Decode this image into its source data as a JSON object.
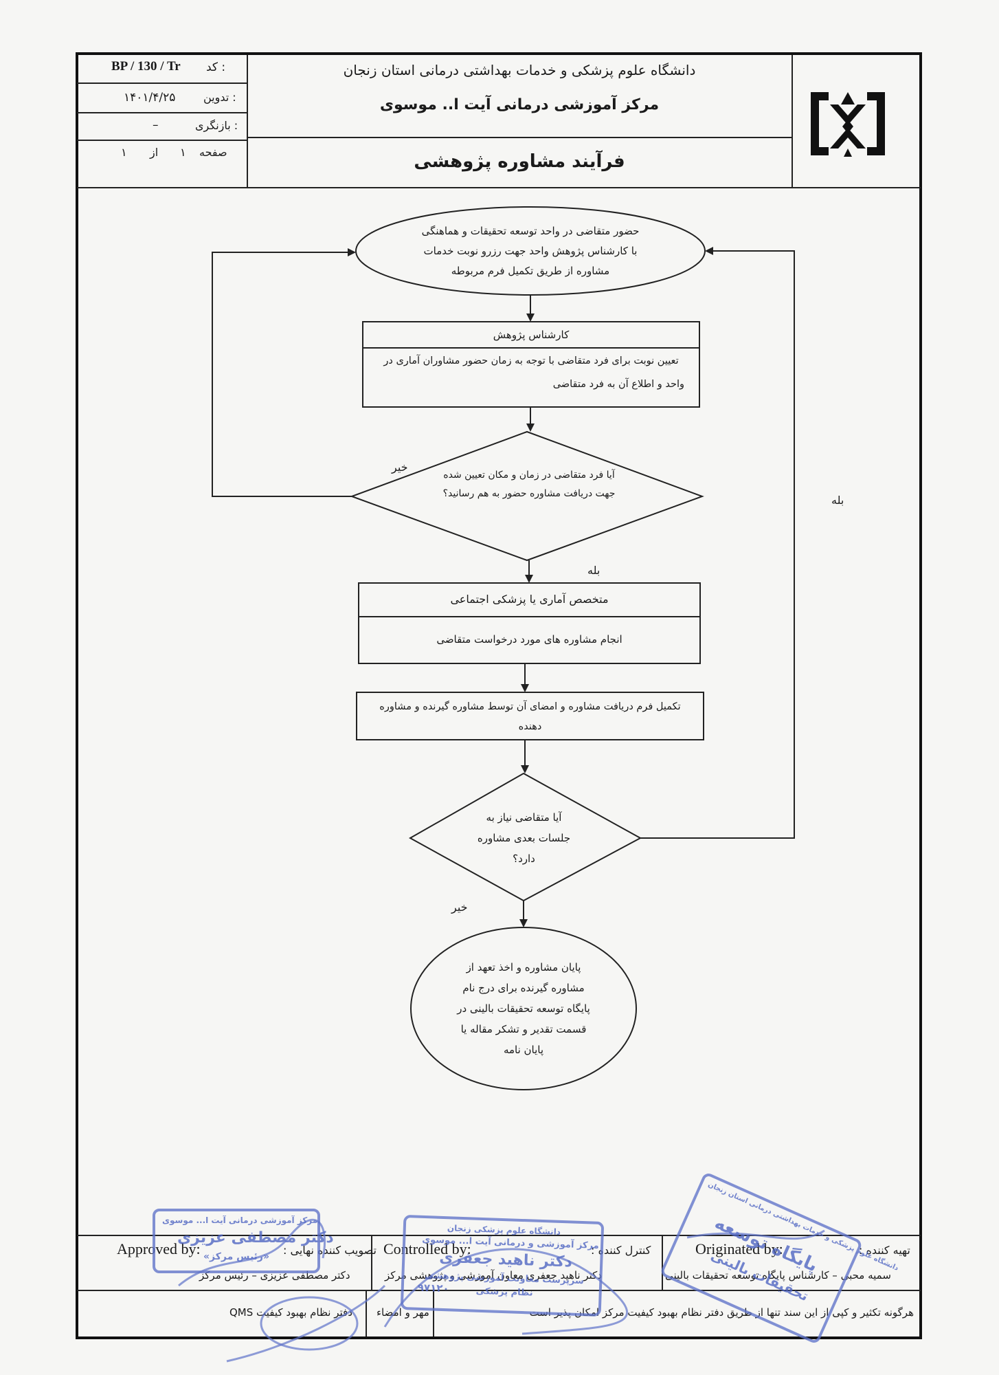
{
  "header": {
    "code_label": "کد :",
    "code_value": "BP / 130 / Tr",
    "compiled_label": "تدوین :",
    "compiled_value": "۱۴۰۱/۴/۲۵",
    "revision_label": "بازنگری :",
    "revision_value": "–",
    "page_label": "صفحه",
    "page_num": "۱",
    "page_of": "از",
    "page_total": "۱",
    "university": "دانشگاه علوم پزشکی و خدمات بهداشتی درمانی استان زنجان",
    "center": "مرکز آموزشی درمانی آیت ا.. موسوی",
    "process_title": "فرآیند مشاوره پژوهشی"
  },
  "flow": {
    "start_l1": "حضور متقاضی در واحد توسعه تحقیقات و هماهنگی",
    "start_l2": "با کارشناس پژوهش واحد جهت رزرو نوبت خدمات",
    "start_l3": "مشاوره از طریق تکمیل فرم مربوطه",
    "box1_title": "کارشناس پژوهش",
    "box1_l1": "تعیین نوبت برای فرد متقاضی با توجه به زمان حضور مشاوران آماری در",
    "box1_l2": "واحد و اطلاع آن به فرد متقاضی",
    "dec1_l1": "آیا فرد متقاضی در زمان و مکان تعیین شده",
    "dec1_l2": "جهت دریافت مشاوره حضور به هم رسانید؟",
    "dec1_no": "خیر",
    "dec1_yes": "بله",
    "box2_title": "متخصص آماری یا پزشکی اجتماعی",
    "box2_body": "انجام مشاوره های مورد درخواست متقاضی",
    "box3_l1": "تکمیل فرم دریافت مشاوره و امضای آن توسط مشاوره گیرنده و مشاوره",
    "box3_l2": "دهنده",
    "dec2_l1": "آیا متقاضی نیاز به",
    "dec2_l2": "جلسات بعدی مشاوره",
    "dec2_l3": "دارد؟",
    "dec2_yes": "بله",
    "dec2_no": "خیر",
    "end_l1": "پایان مشاوره و اخذ تعهد از",
    "end_l2": "مشاوره گیرنده برای درج نام",
    "end_l3": "پایگاه توسعه تحقیقات بالینی در",
    "end_l4": "قسمت تقدیر و تشکر مقاله یا",
    "end_l5": "پایان نامه"
  },
  "footer": {
    "approved_en": "Approved by:",
    "approved_fa": "تصویب کننده نهایی :",
    "approved_name": "دکتر مصطفی عزیزی – رئیس مرکز",
    "controlled_en": "Controlled by:",
    "controlled_fa": "کنترل کننده :",
    "controlled_name": "دکتر ناهید جعفری معاون آموزشی و پژوهشی مرکز",
    "originated_en": "Originated by:",
    "originated_fa": "تهیه کننده :",
    "originated_name": "سمیه محبی – کارشناس پایگاه توسعه تحقیقات بالینی",
    "qms": "دفتر نظام بهبود کیفیت QMS",
    "seal": "مهر و امضاء",
    "copy_note": "هرگونه تکثیر و کپی از این سند تنها از طریق دفتر نظام بهبود کیفیت مرکز امکان پذیر است"
  },
  "stamps": {
    "s1_l1": "مرکز آموزشی درمانی آیت ا... موسوی",
    "s1_l2": "دکتر مصطفی عزیزی",
    "s1_l3": "«رئیس مرکز»",
    "s2_l1": "دانشگاه علوم پزشکی زنجان",
    "s2_l2": "مرکز آموزشی و درمانی آیت ا... موسوی",
    "s2_l3": "دکتر ناهید جعفری",
    "s2_l4": "سرپرست معاونت آموزشی پژوهشی",
    "s2_l5": "نظام پزشکی",
    "s2_l6": "۹۷۱۲۰",
    "s3_l1": "دانشگاه علوم پزشکی و خدمات بهداشتی درمانی استان زنجان",
    "s3_l2": "پایگاه توسعه",
    "s3_l3": "تحقیقات بالینی"
  },
  "colors": {
    "ink": "#1a1a1a",
    "stamp": "#4d63c2",
    "paper": "#f6f6f4"
  },
  "icons": {
    "logo": "university-logo-icon"
  }
}
